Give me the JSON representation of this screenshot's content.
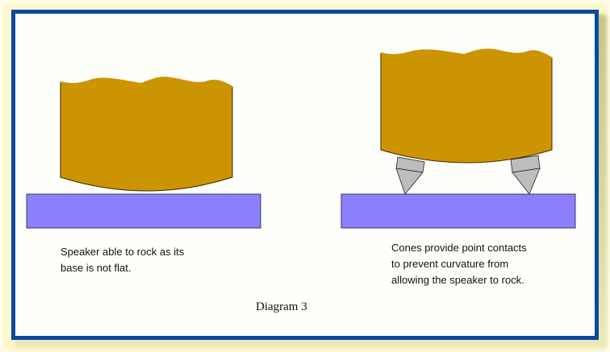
{
  "diagram": {
    "title": "Diagram 3",
    "left_panel": {
      "caption_line1": "Speaker able to rock as its",
      "caption_line2": "base is not flat."
    },
    "right_panel": {
      "caption_line1": "Cones provide point contacts",
      "caption_line2": "to prevent curvature from",
      "caption_line3": "allowing the speaker to rock."
    },
    "colors": {
      "speaker_fill": "#cc9400",
      "base_fill": "#8c80ff",
      "cone_fill": "#bdbdbd",
      "frame_border": "#0a4a9e",
      "frame_glow": "#fbf7cf"
    }
  }
}
